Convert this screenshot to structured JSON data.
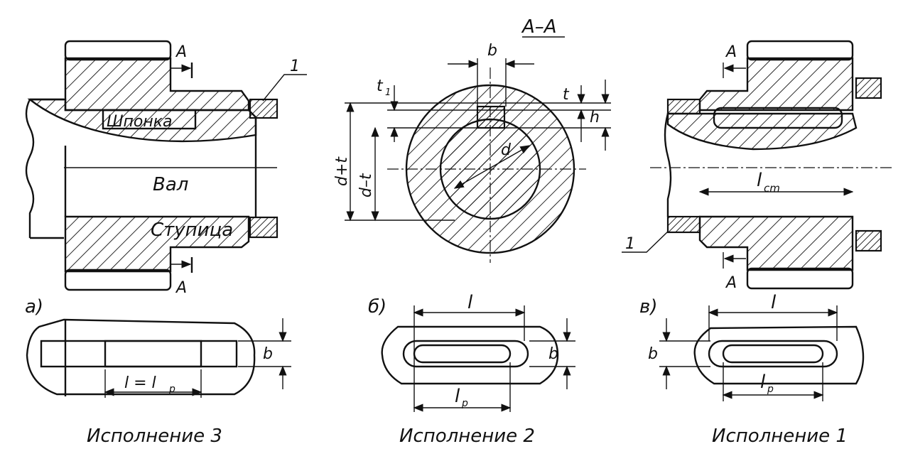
{
  "section_label": "А–А",
  "left_view": {
    "label_section_top": "А",
    "label_section_bottom": "А",
    "callout": "1",
    "key_label": "Шпонка",
    "shaft_label": "Вал",
    "hub_label": "Ступица"
  },
  "center_view": {
    "dim_b": "b",
    "dim_t1": "t",
    "dim_t1_sub": "1",
    "dim_t": "t",
    "dim_h": "h",
    "dim_d_plus_t": "d+t",
    "dim_d_minus_t": "d–t",
    "dim_d": "d"
  },
  "right_view": {
    "label_section_top": "А",
    "label_section_bottom": "А",
    "callout": "1",
    "dim_lcm": "l",
    "dim_lcm_sub": "cm"
  },
  "variants": [
    {
      "letter": "а)",
      "dim_l": "l = l",
      "dim_l_sub": "p",
      "dim_b": "b",
      "caption": "Исполнение 3"
    },
    {
      "letter": "б)",
      "dim_l": "l",
      "dim_lp": "l",
      "dim_lp_sub": "p",
      "dim_b": "b",
      "caption": "Исполнение 2"
    },
    {
      "letter": "в)",
      "dim_l": "l",
      "dim_lp": "l",
      "dim_lp_sub": "p",
      "dim_b": "b",
      "caption": "Исполнение 1"
    }
  ]
}
